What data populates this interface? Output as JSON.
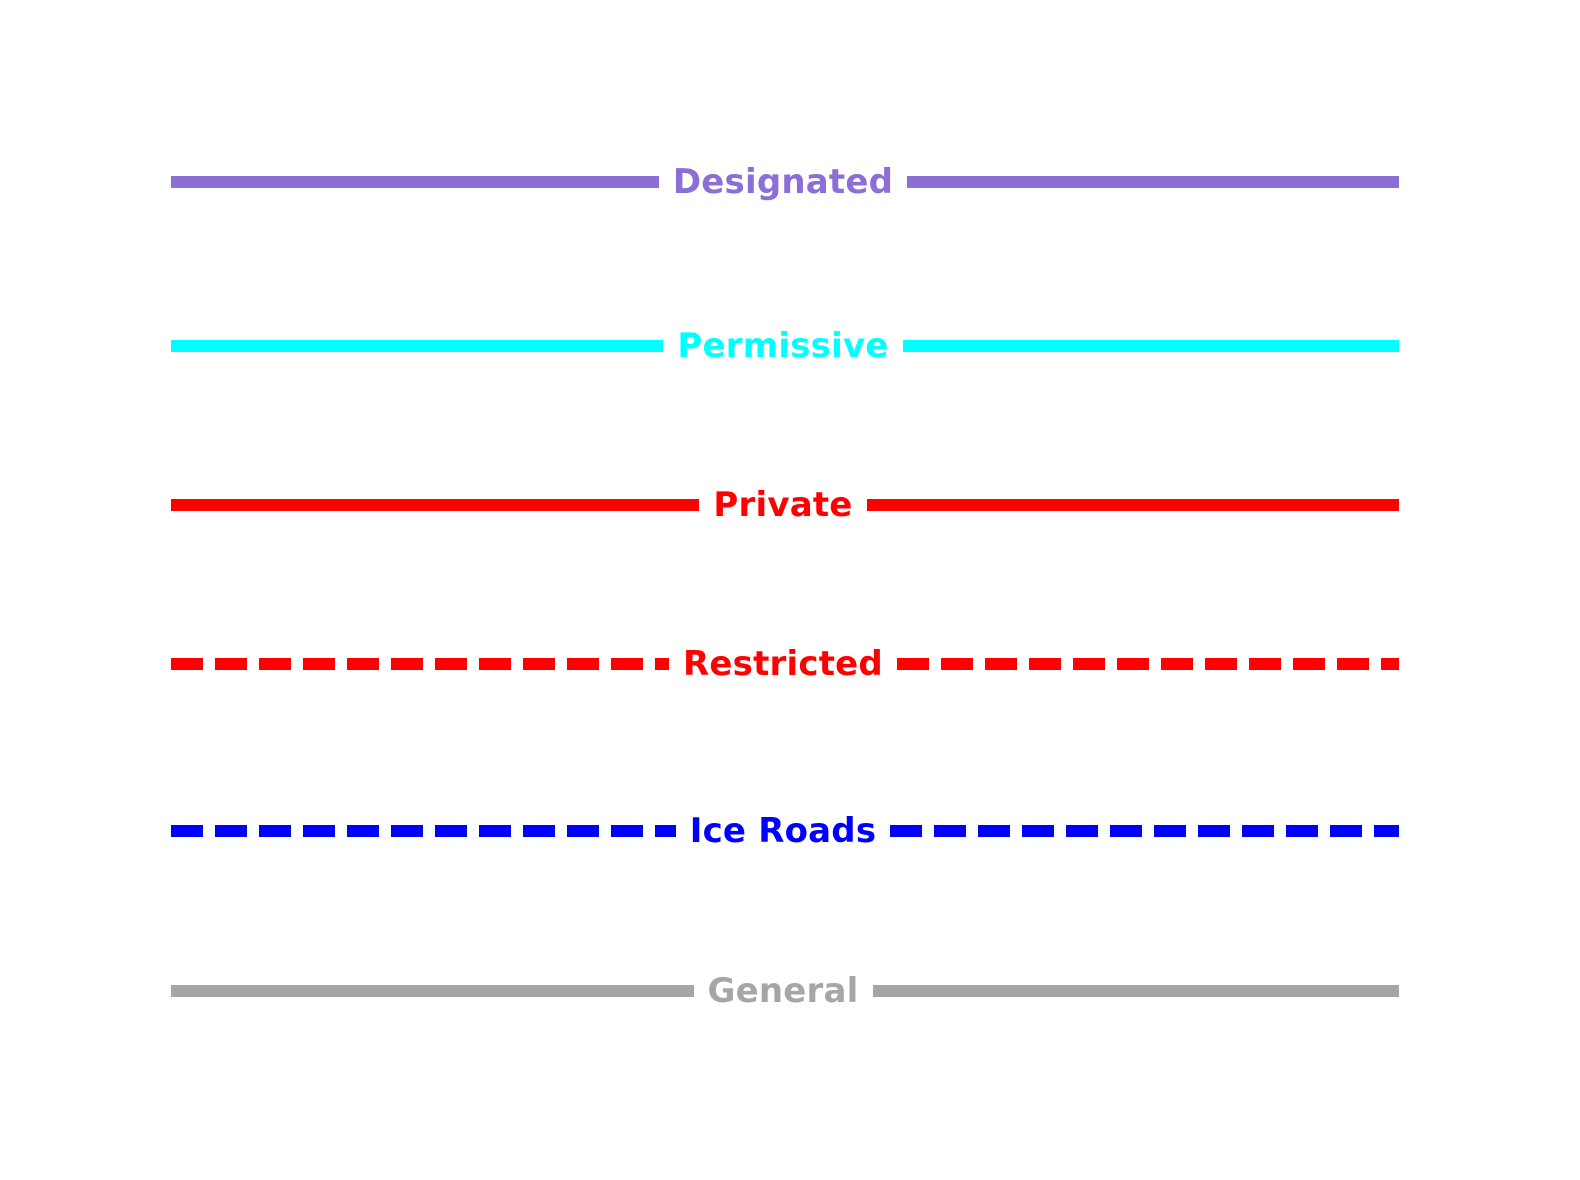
{
  "chart_data": {
    "type": "table",
    "title": "",
    "subtitle": "",
    "xlabel": "",
    "ylabel": "",
    "legend_position": "center",
    "grid": false,
    "background_color": "#FFFFFF",
    "description": "Road access classification legend: each entry is a horizontal line style broken by its centered label.",
    "categories": [
      "Designated",
      "Permissive",
      "Private",
      "Restricted",
      "Ice Roads",
      "General"
    ],
    "series": [
      {
        "name": "Designated",
        "label": "Designated",
        "color": "#8B6FD6",
        "line_style": "solid",
        "line_width": 12,
        "y_center": 182
      },
      {
        "name": "Permissive",
        "label": "Permissive",
        "color": "#00FFFF",
        "line_style": "solid",
        "line_width": 12,
        "y_center": 346
      },
      {
        "name": "Private",
        "label": "Private",
        "color": "#FF0000",
        "line_style": "solid",
        "line_width": 12,
        "y_center": 505
      },
      {
        "name": "Restricted",
        "label": "Restricted",
        "color": "#FF0000",
        "line_style": "dashed",
        "line_width": 12,
        "y_center": 664
      },
      {
        "name": "Ice Roads",
        "label": "Ice Roads",
        "color": "#0000FF",
        "line_style": "dashed",
        "line_width": 12,
        "y_center": 831
      },
      {
        "name": "General",
        "label": "General",
        "color": "#A6A6A6",
        "line_style": "solid",
        "line_width": 12,
        "y_center": 991
      }
    ],
    "x_extent": [
      171,
      1399
    ],
    "label_center_x": 783
  },
  "legend": {
    "rows": [
      {
        "label": "Designated",
        "color": "#8B6FD6"
      },
      {
        "label": "Permissive",
        "color": "#00FFFF"
      },
      {
        "label": "Private",
        "color": "#FF0000"
      },
      {
        "label": "Restricted",
        "color": "#FF0000"
      },
      {
        "label": "Ice Roads",
        "color": "#0000FF"
      },
      {
        "label": "General",
        "color": "#A6A6A6"
      }
    ]
  }
}
